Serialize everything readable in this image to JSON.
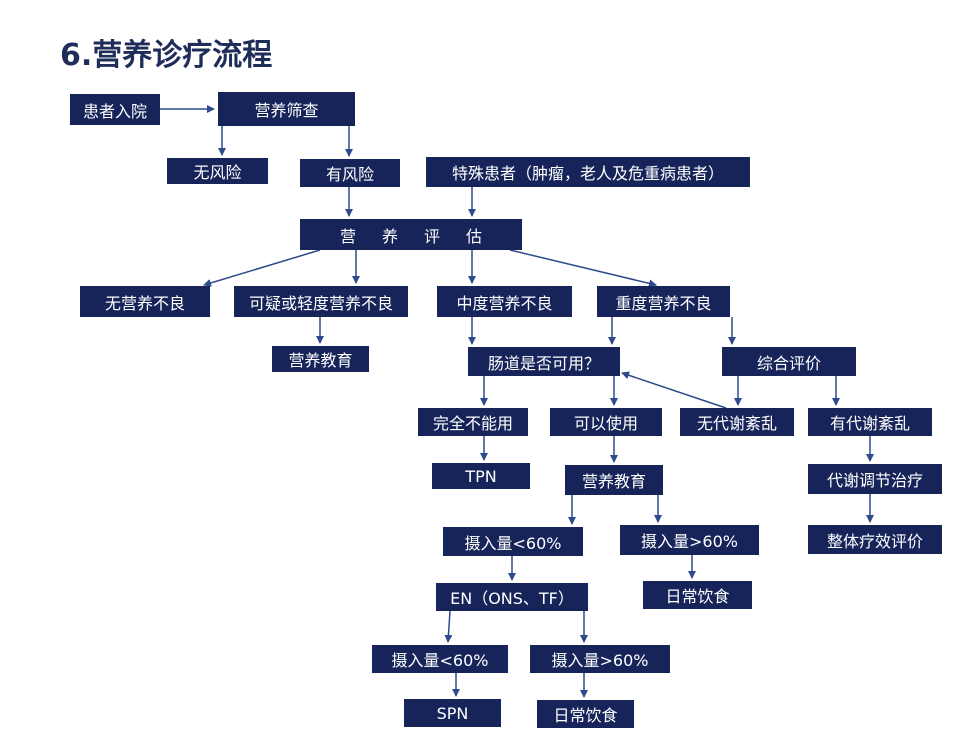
{
  "title": "6.营养诊疗流程",
  "nodes": {
    "patient_admission": "患者入院",
    "nutrition_screening": "营养筛查",
    "no_risk": "无风险",
    "has_risk": "有风险",
    "special_patients": "特殊患者（肿瘤，老人及危重病患者）",
    "nutrition_assessment": "营养评估",
    "no_malnutrition": "无营养不良",
    "suspected_mild_malnutrition": "可疑或轻度营养不良",
    "moderate_malnutrition": "中度营养不良",
    "severe_malnutrition": "重度营养不良",
    "nutrition_education_1": "营养教育",
    "gut_usable_question": "肠道是否可用？",
    "comprehensive_evaluation": "综合评价",
    "completely_unusable": "完全不能用",
    "usable": "可以使用",
    "no_metabolic_disorder": "无代谢紊乱",
    "has_metabolic_disorder": "有代谢紊乱",
    "tpn": "TPN",
    "nutrition_education_2": "营养教育",
    "metabolic_regulation_therapy": "代谢调节治疗",
    "intake_lt60_1": "摄入量<60%",
    "intake_gt60_1": "摄入量>60%",
    "overall_efficacy_evaluation": "整体疗效评价",
    "en_ons_tf": "EN（ONS、TF）",
    "daily_diet_1": "日常饮食",
    "intake_lt60_2": "摄入量<60%",
    "intake_gt60_2": "摄入量>60%",
    "spn": "SPN",
    "daily_diet_2": "日常饮食"
  },
  "colors": {
    "box_fill": "#16245a",
    "box_text": "#ffffff",
    "title_text": "#1f2d5a",
    "arrow": "#2e4a8c"
  }
}
